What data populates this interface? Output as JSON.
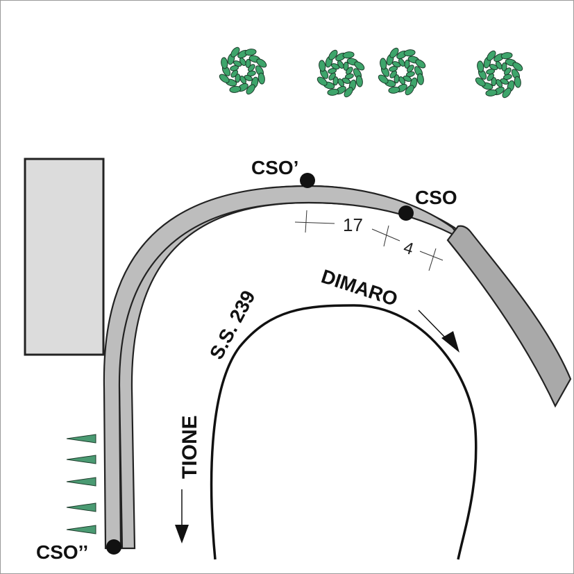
{
  "labels": {
    "cso_top": "CSO’",
    "cso_right": "CSO",
    "cso_bottom": "CSO’’",
    "road_name": "S.S. 239",
    "direction_1": "DIMARO",
    "direction_2": "TIONE"
  },
  "dimensions": {
    "d1": "17",
    "d2": "4"
  },
  "colors": {
    "background": "#ffffff",
    "sidewalk": "#bdbdbd",
    "parapet": "#a9a9a9",
    "building": "#dcdcdc",
    "tree": "#3ea56b",
    "cone": "#4a9a72",
    "line": "#111111"
  },
  "icons": {
    "trees": [
      "tree-icon",
      "tree-icon",
      "tree-icon",
      "tree-icon"
    ],
    "cones": [
      "traffic-cone-icon",
      "traffic-cone-icon",
      "traffic-cone-icon",
      "traffic-cone-icon",
      "traffic-cone-icon"
    ]
  }
}
